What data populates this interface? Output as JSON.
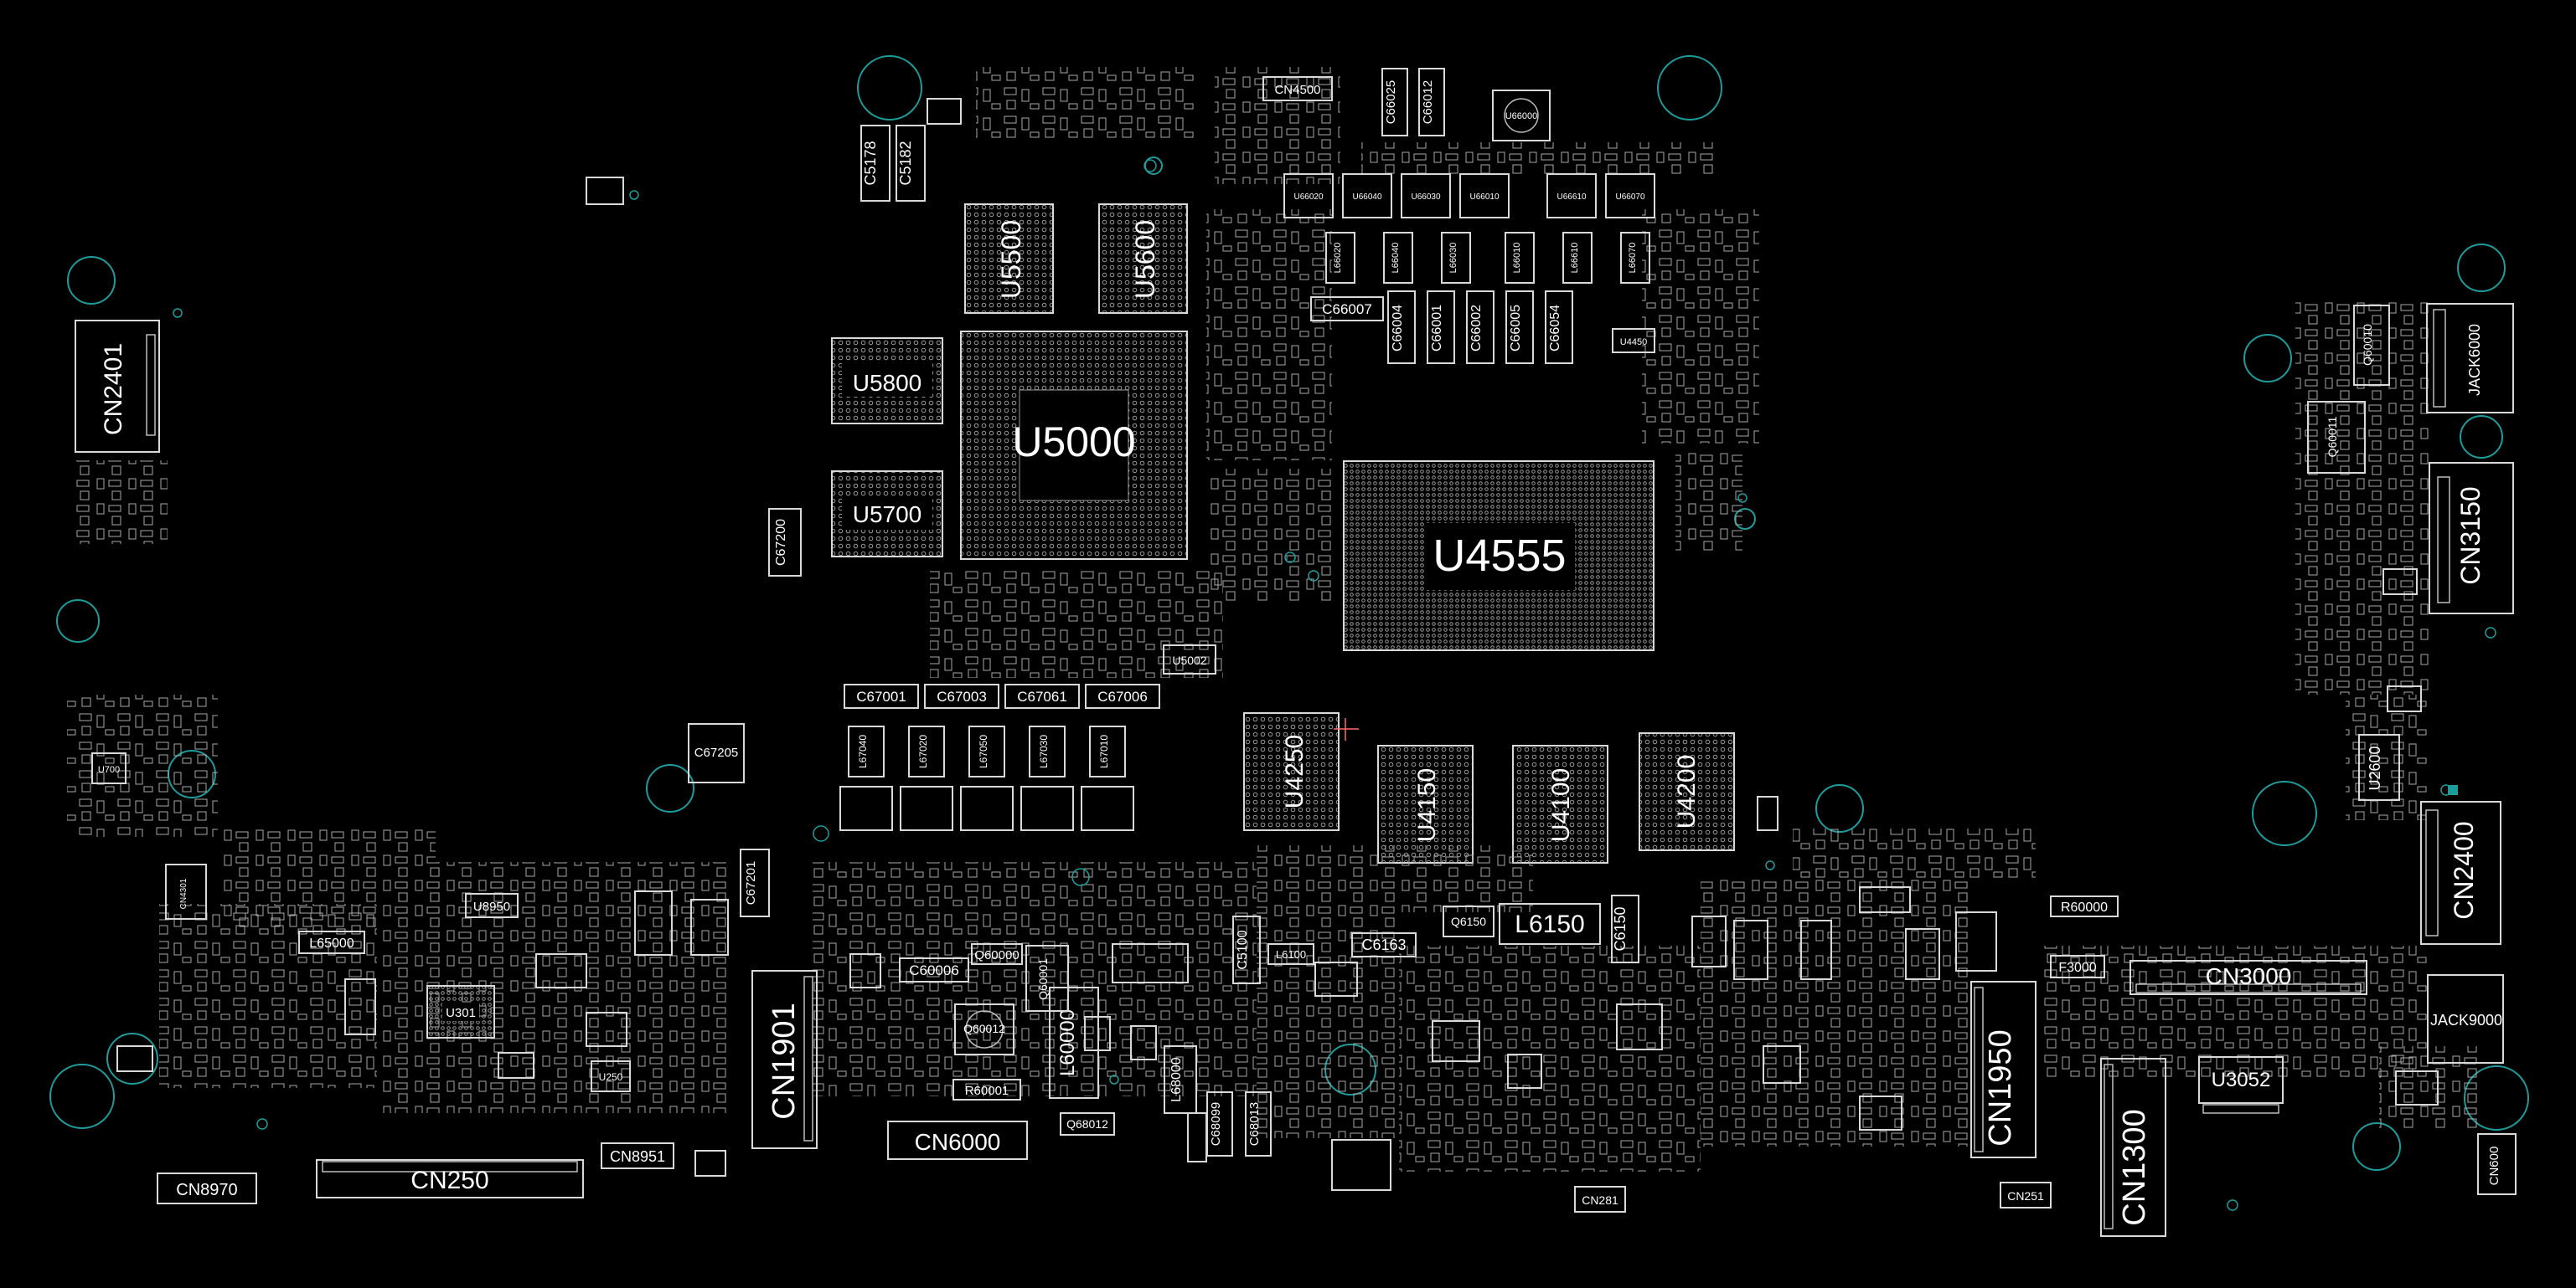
{
  "viewer": {
    "background": "#000000",
    "outline_color": "#d9d9d9",
    "hole_color": "#1e9c9c"
  },
  "components": {
    "u5000": "U5000",
    "u4555": "U4555",
    "u5500": "U5500",
    "u5600": "U5600",
    "u5800": "U5800",
    "u5700": "U5700",
    "u4250": "U4250",
    "u4150": "U4150",
    "u4100": "U4100",
    "u4200": "U4200",
    "u5002": "U5002",
    "u3052": "U3052",
    "u2600": "U2600",
    "u8950": "U8950",
    "u301": "U301",
    "u700": "U700",
    "u250": "U250",
    "u4450": "U4450",
    "cn2401": "CN2401",
    "cn3150": "CN3150",
    "cn2400": "CN2400",
    "cn3000": "CN3000",
    "cn1901": "CN1901",
    "cn1950": "CN1950",
    "cn1300": "CN1300",
    "cn250": "CN250",
    "cn6000": "CN6000",
    "cn8970": "CN8970",
    "cn8951": "CN8951",
    "cn4500": "CN4500",
    "cn281": "CN281",
    "cn251": "CN251",
    "cn600": "CN600",
    "cn4301": "CN4301",
    "jack6000": "JACK6000",
    "jack9000": "JACK9000",
    "l6150": "L6150",
    "l65000": "L65000",
    "l60000": "L60000",
    "l68000": "L68000",
    "l6100": "L6100",
    "c6163": "C6163",
    "c6150": "C6150",
    "c5178": "C5178",
    "c5182": "C5182",
    "c67200": "C67200",
    "c67205": "C67205",
    "c67201": "C67201",
    "c67001": "C67001",
    "c67003": "C67003",
    "c67061": "C67061",
    "c67006": "C67006",
    "c66025": "C66025",
    "c66012": "C66012",
    "c66007": "C66007",
    "c66004": "C66004",
    "c66001": "C66001",
    "c66002": "C66002",
    "c66005": "C66005",
    "c66054": "C66054",
    "c60006": "C60006",
    "c5100": "C5100",
    "c68099": "C68099",
    "c68013": "C68013",
    "q60000": "Q60000",
    "q60001": "Q60001",
    "q60012": "Q60012",
    "q68012": "Q68012",
    "q6150": "Q6150",
    "q60010": "Q60010",
    "q60011": "Q60011",
    "r60000": "R60000",
    "r60001": "R60001",
    "f3000": "F3000",
    "l67040": "L67040",
    "l67020": "L67020",
    "l67050": "L67050",
    "l67030": "L67030",
    "l67010": "L67010",
    "u66020": "U66020",
    "u66040": "U66040",
    "u66030": "U66030",
    "u66010": "U66010",
    "u66610": "U66610",
    "u66070": "U66070",
    "l66020": "L66020",
    "l66040": "L66040",
    "l66030": "L66030",
    "l66010": "L66010",
    "l66610": "L66610",
    "l66070": "L66070",
    "u66000": "U66000"
  }
}
